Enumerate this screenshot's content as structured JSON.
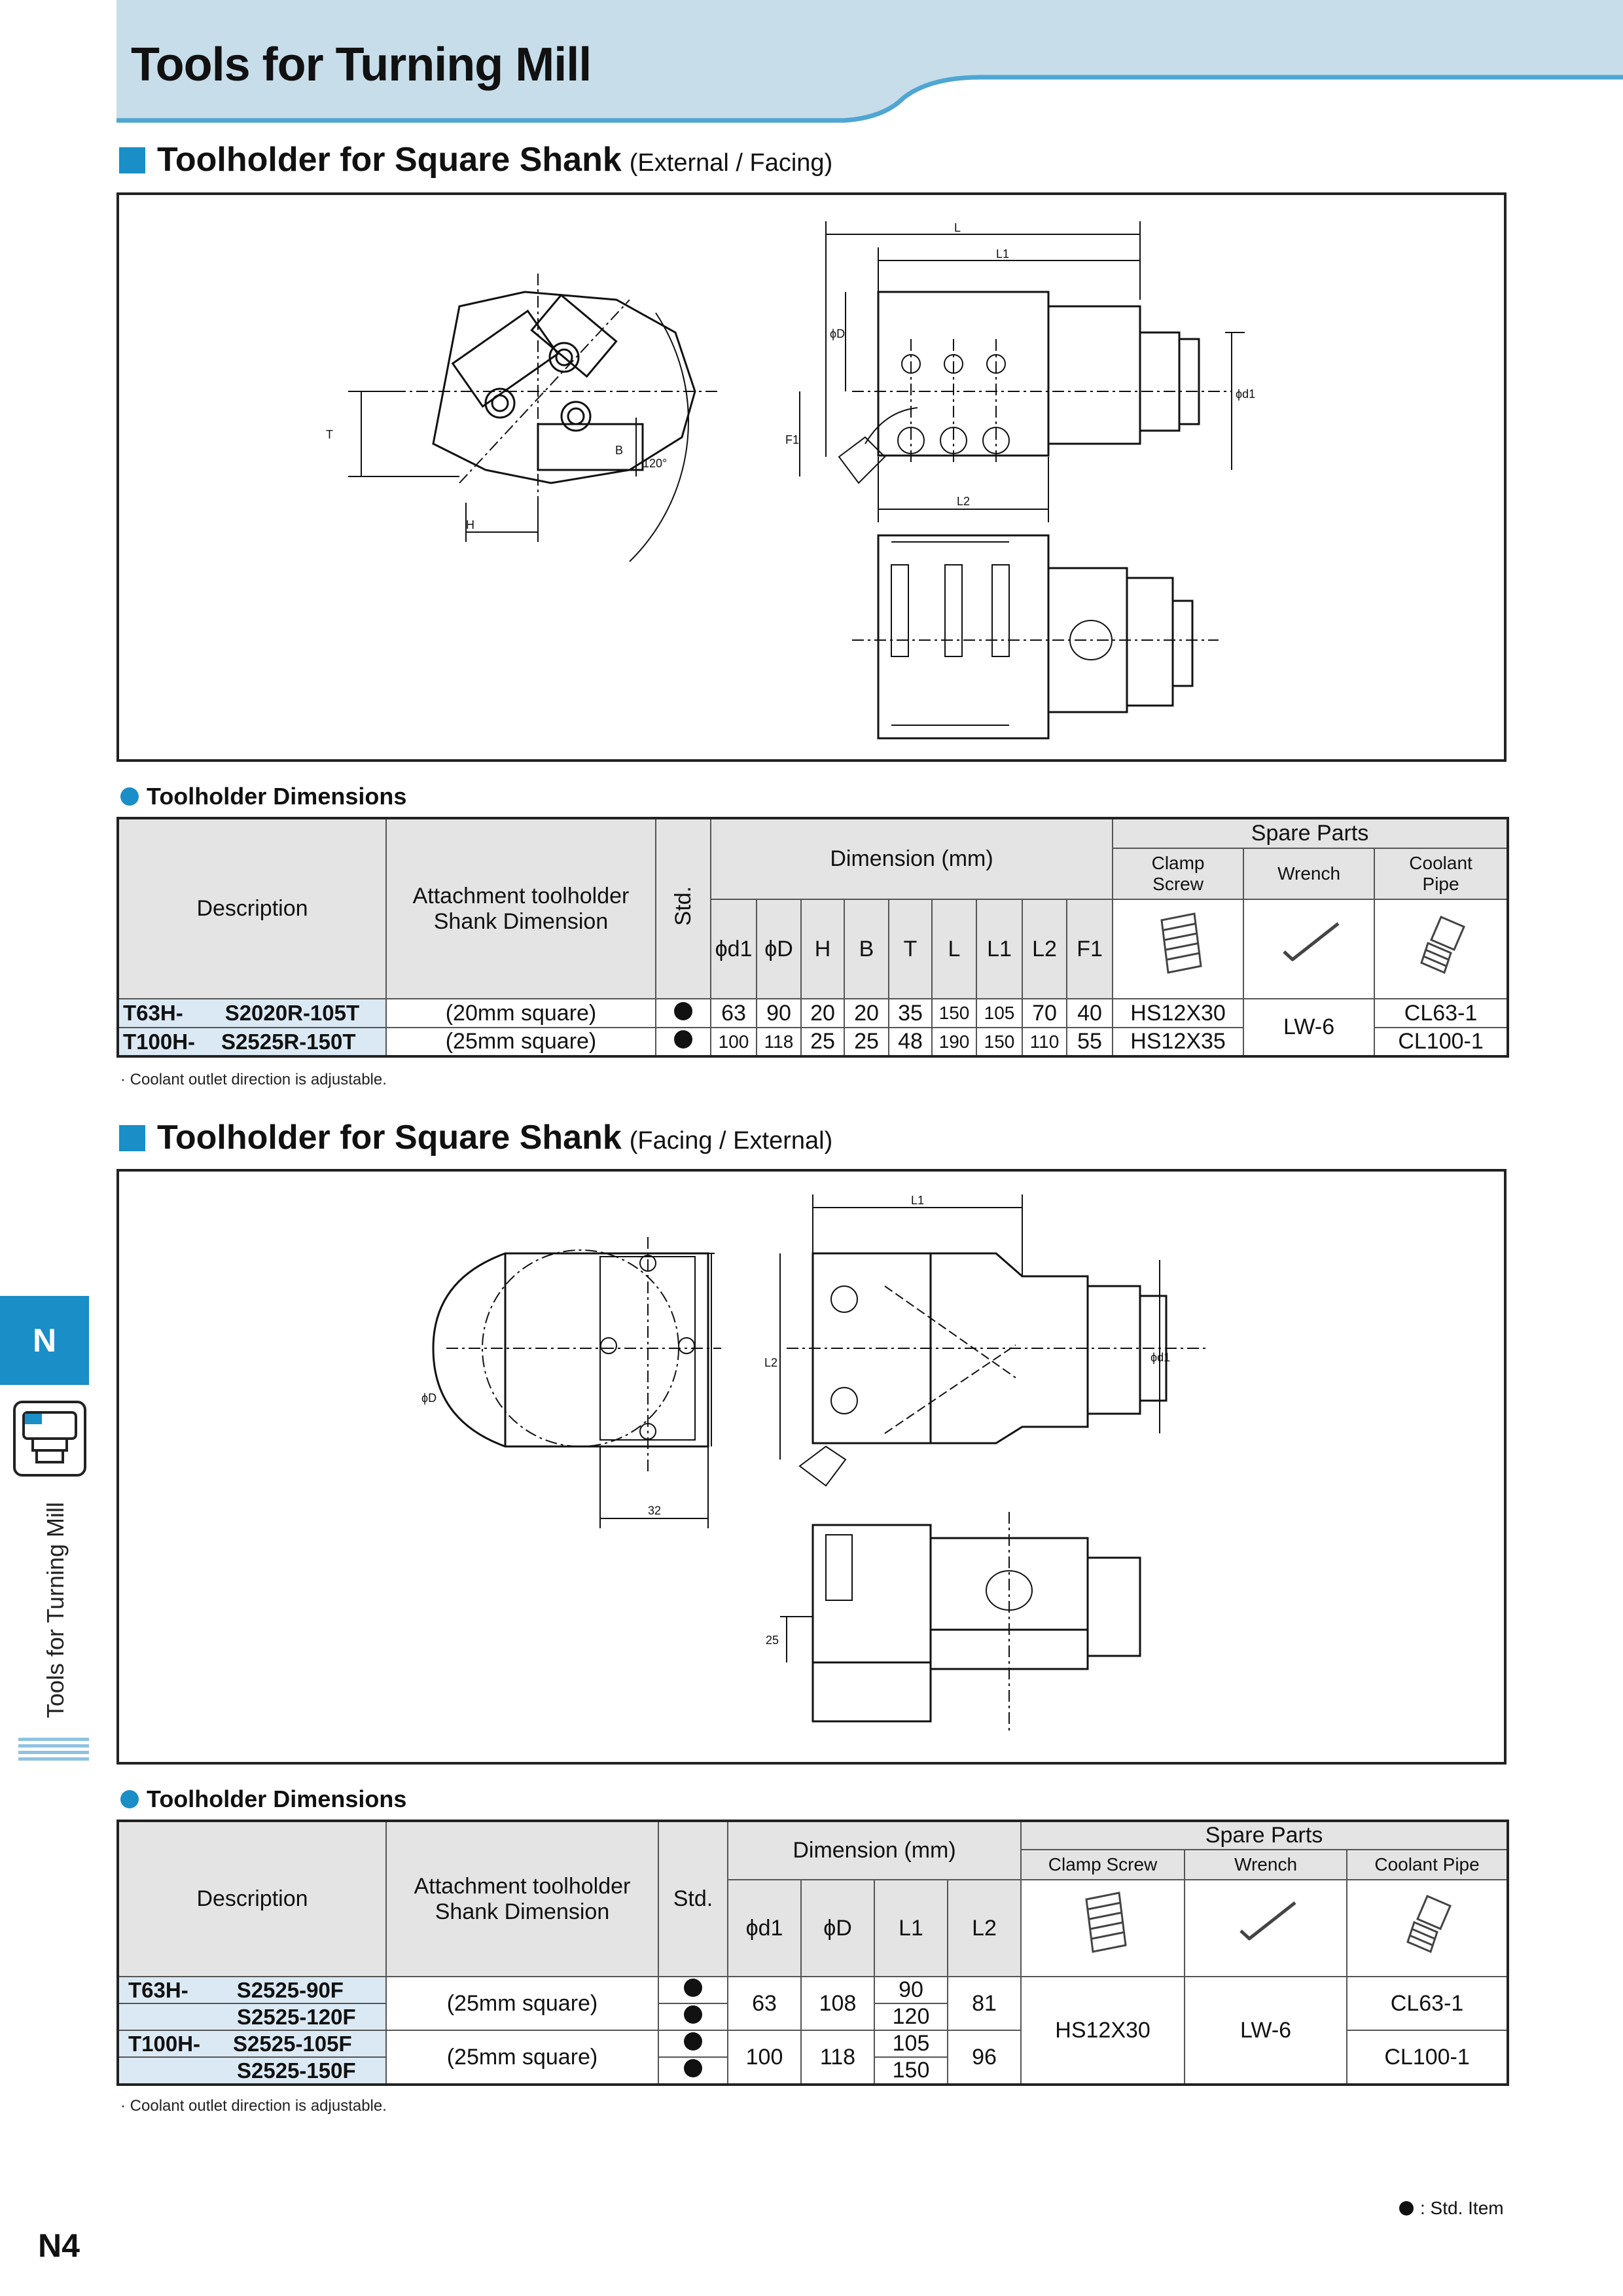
{
  "page": {
    "title": "Tools for Turning Mill",
    "number": "N4",
    "side_tab": "N",
    "side_label": "Tools for Turning Mill",
    "std_legend": ": Std. Item",
    "accent_color": "#1a8ec6",
    "header_color": "#c7ddea"
  },
  "section1": {
    "title": "Toolholder for Square Shank",
    "subtitle": "(External / Facing)",
    "drawing_labels": {
      "T": "T",
      "B": "B",
      "H": "H",
      "angle": "120°",
      "L": "L",
      "L1": "L1",
      "L2": "L2",
      "phiD": "ϕD",
      "F1": "F1",
      "phid1": "ϕd1"
    },
    "table_title": "Toolholder Dimensions",
    "headers": {
      "description": "Description",
      "attachment": "Attachment toolholder Shank Dimension",
      "std": "Std.",
      "dimension": "Dimension (mm)",
      "spare_parts": "Spare Parts",
      "clamp_screw": "Clamp Screw",
      "wrench": "Wrench",
      "coolant_pipe": "Coolant Pipe",
      "cols": [
        "ϕd1",
        "ϕD",
        "H",
        "B",
        "T",
        "L",
        "L1",
        "L2",
        "F1"
      ]
    },
    "rows": [
      {
        "prefix": "T63H-",
        "code": "S2020R-105T",
        "shank": "(20mm square)",
        "std": "●",
        "dims": [
          "63",
          "90",
          "20",
          "20",
          "35",
          "150",
          "105",
          "70",
          "40"
        ],
        "clamp": "HS12X30",
        "coolant": "CL63-1"
      },
      {
        "prefix": "T100H-",
        "code": "S2525R-150T",
        "shank": "(25mm square)",
        "std": "●",
        "dims": [
          "100",
          "118",
          "25",
          "25",
          "48",
          "190",
          "150",
          "110",
          "55"
        ],
        "clamp": "HS12X35",
        "coolant": "CL100-1"
      }
    ],
    "wrench": "LW-6",
    "note": "· Coolant outlet direction is adjustable."
  },
  "section2": {
    "title": "Toolholder for Square Shank",
    "subtitle": "(Facing / External)",
    "drawing_labels": {
      "phiD": "ϕD",
      "d32": "32",
      "L1": "L1",
      "L2": "L2",
      "phid1": "ϕd1",
      "d25": "25"
    },
    "table_title": "Toolholder Dimensions",
    "headers": {
      "description": "Description",
      "attachment": "Attachment toolholder Shank Dimension",
      "std": "Std.",
      "dimension": "Dimension (mm)",
      "spare_parts": "Spare Parts",
      "clamp_screw": "Clamp Screw",
      "wrench": "Wrench",
      "coolant_pipe": "Coolant Pipe",
      "cols": [
        "ϕd1",
        "ϕD",
        "L1",
        "L2"
      ]
    },
    "groups": [
      {
        "prefix": "T63H-",
        "codes": [
          "S2525-90F",
          "S2525-120F"
        ],
        "shank": "(25mm square)",
        "d1": "63",
        "D": "108",
        "L1": [
          "90",
          "120"
        ],
        "L2": "81",
        "coolant": "CL63-1"
      },
      {
        "prefix": "T100H-",
        "codes": [
          "S2525-105F",
          "S2525-150F"
        ],
        "shank": "(25mm square)",
        "d1": "100",
        "D": "118",
        "L1": [
          "105",
          "150"
        ],
        "L2": "96",
        "coolant": "CL100-1"
      }
    ],
    "std": "●",
    "clamp": "HS12X30",
    "wrench": "LW-6",
    "note": "· Coolant outlet direction is adjustable."
  }
}
